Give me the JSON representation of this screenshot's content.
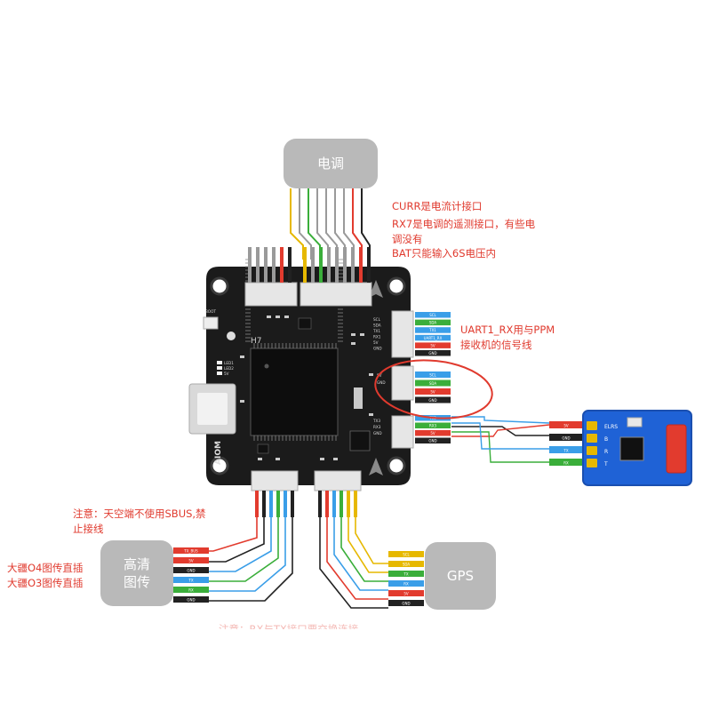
{
  "boxes": {
    "esc": "电调",
    "hd_vtx": "高清\n图传",
    "gps": "GPS"
  },
  "notes": {
    "curr": "CURR是电流计接口",
    "rx7": "RX7是电调的遥测接口，有些电\n调没有",
    "bat": "BAT只能输入6S电压内",
    "uart1": "UART1_RX用与PPM\n接收机的信号线",
    "sbus": "注意：天空端不使用SBUS,禁\n止接线",
    "dji": "大疆O4图传直插\n大疆O3图传直插",
    "bottom": "注意：RX与TX接口要交换连接"
  },
  "board": {
    "brand": "AIOM",
    "mcu": "H7",
    "boot": "BOOT",
    "left_labels": [
      "LED1",
      "LED2",
      "5V"
    ],
    "right_top_pins": [
      "SCL",
      "SDA",
      "TX1",
      "RX1",
      "5V",
      "GND"
    ],
    "right_mid_pins": [
      "5V",
      "GND"
    ],
    "right_bot_pins": [
      "TX3",
      "RX3",
      "GND"
    ]
  },
  "connector_tags": {
    "top_right": [
      "SCL",
      "SDA",
      "TX1",
      "UART1_RX",
      "5V",
      "GND"
    ],
    "mid_right": [
      "SCL",
      "SDA",
      "5V",
      "GND"
    ],
    "bottom_right": [
      "TX3",
      "RX3",
      "5V",
      "GND"
    ],
    "receiver": [
      "5V",
      "GND",
      "TX",
      "RX"
    ],
    "vtx": [
      "TX_BUS",
      "5V",
      "GND",
      "TX",
      "RX",
      "GND"
    ],
    "gps": [
      "SCL",
      "SDA",
      "TX",
      "RX",
      "5V",
      "GND"
    ]
  },
  "receiver_pins": [
    "5V",
    "GND",
    "TX",
    "RX"
  ],
  "receiver_side": [
    "ELRS",
    "B",
    "R",
    "T"
  ],
  "colors": {
    "box_gray": "#b9b9b9",
    "note_red": "#e03a2e",
    "board": "#1b1b1b",
    "receiver_blue": "#1f62d6",
    "wire_red": "#e23b2e",
    "wire_black": "#222222",
    "wire_green": "#3aae3a",
    "wire_blue": "#3a9ee8",
    "wire_yellow": "#e6b800",
    "wire_gray": "#9a9a9a"
  }
}
